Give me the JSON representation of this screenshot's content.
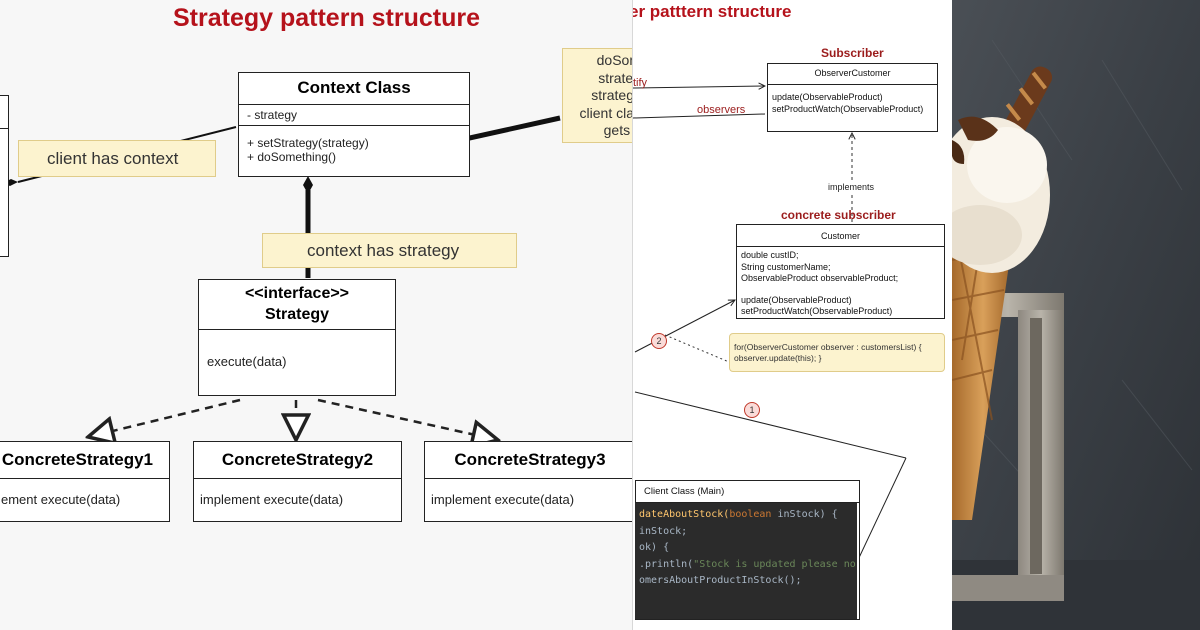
{
  "left_panel": {
    "title": "Strategy pattern structure",
    "context_class": {
      "name": "Context Class",
      "field": "- strategy",
      "methods": [
        "+ setStrategy(strategy)",
        "+ doSomething()"
      ]
    },
    "note_client": "client has context",
    "note_context": "context has strategy",
    "note_right": [
      "doSom",
      "strateg",
      "strategy",
      "client clas",
      "gets c"
    ],
    "interface": {
      "stereotype": "<<interface>>",
      "name": "Strategy",
      "method": "execute(data)"
    },
    "concretes": [
      {
        "name": "ConcreteStrategy1",
        "method": "ement execute(data)"
      },
      {
        "name": "ConcreteStrategy2",
        "method": "implement execute(data)"
      },
      {
        "name": "ConcreteStrategy3",
        "method": "implement execute(data)"
      }
    ],
    "colors": {
      "title": "#b5121b",
      "note_bg": "#fcf3cf"
    }
  },
  "middle_panel": {
    "title": "er patttern structure",
    "label_subscriber": "Subscriber",
    "observer_customer": {
      "name": "ObserverCustomer",
      "methods": [
        "update(ObservableProduct)",
        "setProductWatch(ObservableProduct)"
      ]
    },
    "edge_notify": "tify",
    "edge_observers": "observers",
    "edge_implements": "implements",
    "label_concrete": "concrete subscriber",
    "customer": {
      "name": "Customer",
      "fields": [
        "double custID;",
        " String customerName;",
        " ObservableProduct observableProduct;"
      ],
      "methods": [
        "update(ObservableProduct)",
        "setProductWatch(ObservableProduct)"
      ]
    },
    "note_loop": [
      "for(ObserverCustomer observer : customersList) {",
      "      observer.update(this); }"
    ],
    "badges": [
      "2",
      "1"
    ],
    "client_main": {
      "title": "Client  Class (Main)"
    },
    "code": {
      "l1_a": "dateAboutStock(",
      "l1_b": "boolean",
      "l1_c": " inStock) {",
      "l2": " inStock;",
      "l3": "ok) {",
      "l4_a": ".println(",
      "l4_b": "\"Stock is updated please no",
      "l5": "omersAboutProductInStock();"
    }
  },
  "right_panel": {
    "image": "ice-cream-cone-photo"
  }
}
